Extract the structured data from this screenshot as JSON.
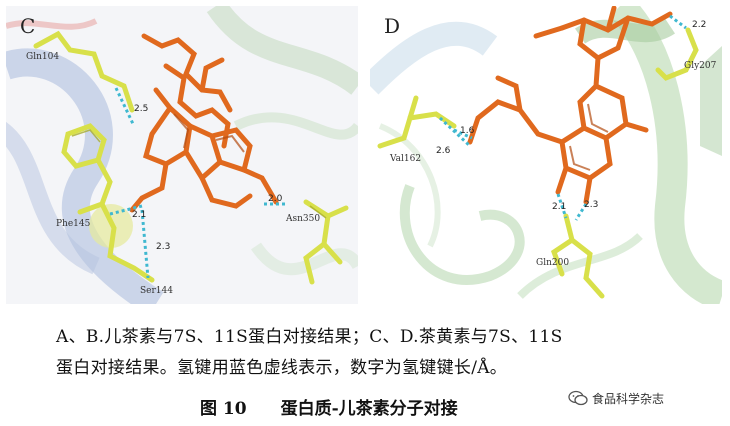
{
  "panel_c": {
    "letter": "C",
    "residues": {
      "gln104": "Gln104",
      "phe145": "Phe145",
      "ser144": "Ser144",
      "asn350": "Asn350"
    },
    "bond_lengths": {
      "b1": "2.5",
      "b2": "2.1",
      "b3": "2.3",
      "b4": "2.0"
    }
  },
  "panel_d": {
    "letter": "D",
    "residues": {
      "gly207": "Gly207",
      "val162": "Val162",
      "gln200": "Gln200"
    },
    "bond_lengths": {
      "b1": "2.2",
      "b2": "1.6",
      "b3": "2.6",
      "b4": "2.1",
      "b5": "2.3"
    }
  },
  "caption": {
    "line1": "A、B.儿茶素与7S、11S蛋白对接结果；C、D.茶黄素与7S、11S",
    "line2": "蛋白对接结果。氢键用蓝色虚线表示，数字为氢键键长/Å。",
    "figure_number": "图 10",
    "figure_title": "蛋白质-儿茶素分子对接"
  },
  "watermark": {
    "text": "食品科学杂志",
    "icon": "wechat-icon"
  },
  "colors": {
    "ligand": "#e0691e",
    "ligand_dark": "#b44d12",
    "residue": "#d8e04a",
    "hbond": "#3fb8d0",
    "ribbon_blue": "#9eb2d8",
    "ribbon_green": "#bcd9b8"
  }
}
